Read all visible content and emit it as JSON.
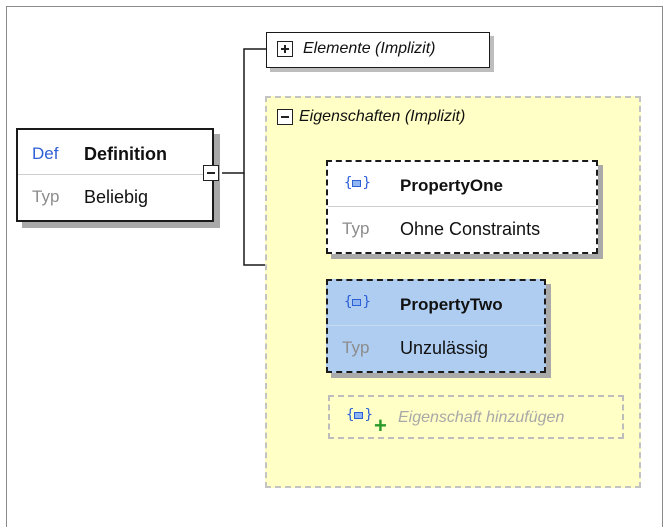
{
  "definition": {
    "def_key": "Def",
    "def_value": "Definition",
    "typ_key": "Typ",
    "typ_value": "Beliebig"
  },
  "elemente": {
    "label": "Elemente (Implizit)"
  },
  "eigenschaften": {
    "label": "Eigenschaften (Implizit)",
    "properties": [
      {
        "name": "PropertyOne",
        "typ_key": "Typ",
        "typ_value": "Ohne Constraints",
        "selected": false
      },
      {
        "name": "PropertyTwo",
        "typ_key": "Typ",
        "typ_value": "Unzulässig",
        "selected": true
      }
    ],
    "add_label": "Eigenschaft hinzufügen"
  },
  "colors": {
    "selected_fill": "#aecdf1",
    "container_fill": "#ffffc6",
    "key_blue": "#2d5fd6",
    "add_green": "#2a9a2a"
  }
}
